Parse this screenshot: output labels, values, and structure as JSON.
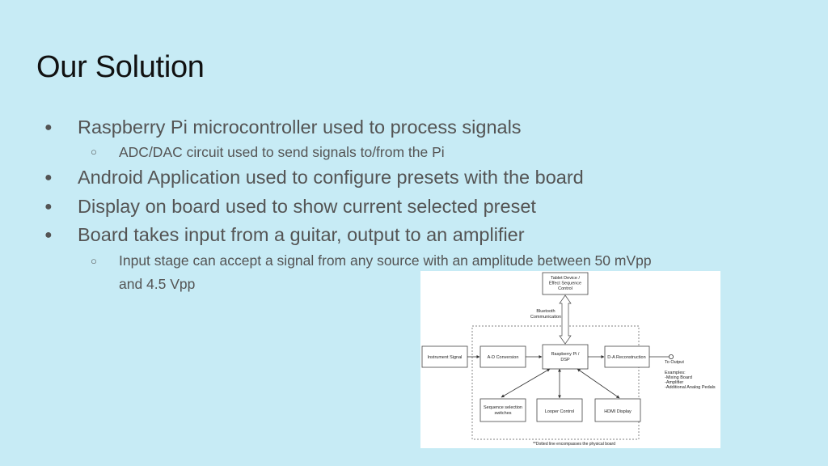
{
  "slide": {
    "title": "Our Solution",
    "bullets": [
      {
        "text": "Raspberry Pi microcontroller used to process signals",
        "marker": "●"
      },
      {
        "text": "ADC/DAC circuit used to send signals to/from the Pi",
        "marker": "○"
      },
      {
        "text": "Android Application used to configure presets with the board",
        "marker": "●"
      },
      {
        "text": "Display on board used to show current selected preset",
        "marker": "●"
      },
      {
        "text": "Board takes input from a guitar, output to an amplifier",
        "marker": "●"
      },
      {
        "text": "Input stage can accept a signal from any source with an amplitude between 50 mVpp",
        "marker": "○"
      },
      {
        "text": "and 4.5 Vpp"
      }
    ]
  },
  "diagram": {
    "tablet": [
      "Tablet Device /",
      "Effect Sequence",
      "Control"
    ],
    "bluetooth": [
      "Bluetooth",
      "Communication"
    ],
    "instrument": "Instrument Signal",
    "adc": "A-D Conversion",
    "pi": [
      "Raspberry Pi /",
      "DSP"
    ],
    "dac": "D-A Reconstruction",
    "to_output": "To Output",
    "examples": [
      "Examples:",
      "-Mixing Board",
      "-Amplifier",
      "-Additional Analog Pedals"
    ],
    "switches": [
      "Sequence selection",
      "switches"
    ],
    "looper": "Looper Control",
    "hdmi": "HDMI Display",
    "footnote": "**Dotted line encompasses the physical board"
  }
}
